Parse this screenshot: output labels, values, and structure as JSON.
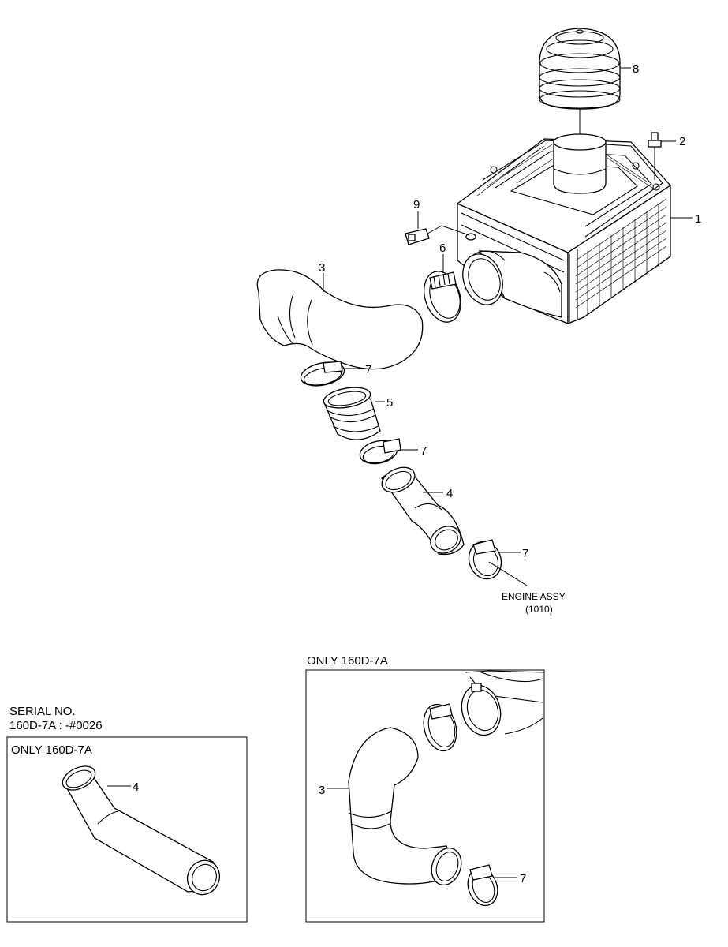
{
  "main_diagram": {
    "callouts": [
      "1",
      "2",
      "3",
      "4",
      "5",
      "6",
      "7",
      "7",
      "7",
      "8",
      "9"
    ],
    "engine_note_line1": "ENGINE ASSY",
    "engine_note_line2": "(1010)"
  },
  "inset_left": {
    "serial_line1": "SERIAL NO.",
    "serial_line2": "160D-7A : -#0026",
    "title": "ONLY 160D-7A",
    "callouts": [
      "4"
    ]
  },
  "inset_right": {
    "title": "ONLY 160D-7A",
    "callouts": [
      "3",
      "7"
    ]
  }
}
